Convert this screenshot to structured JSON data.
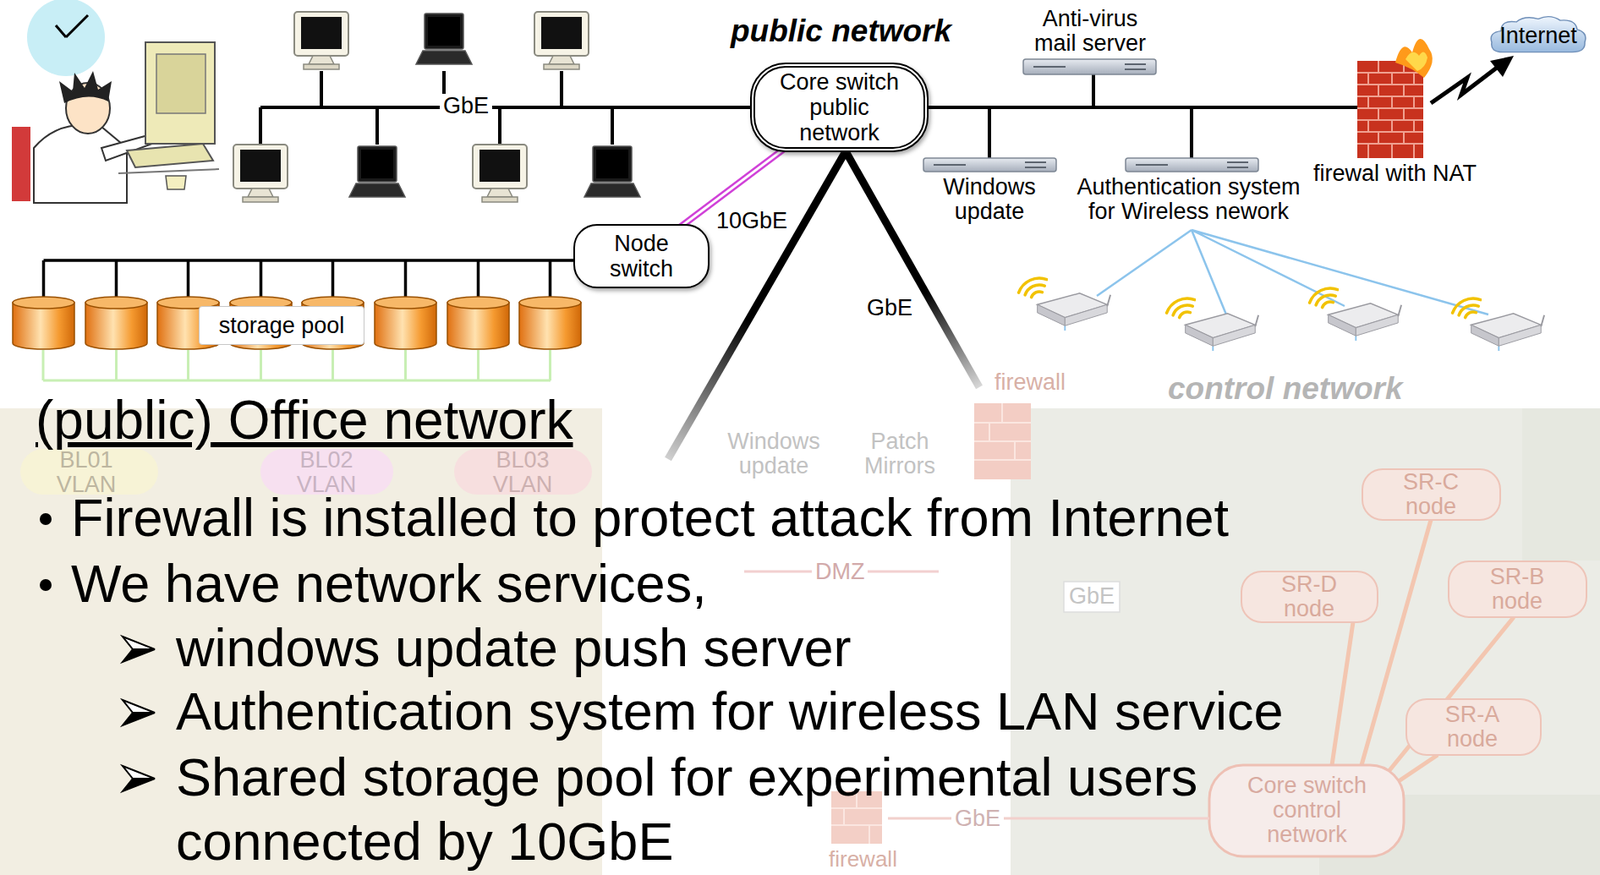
{
  "diagram": {
    "title": "(public) Office network",
    "nodes": [
      {
        "text": [
          "Core switch public network"
        ]
      },
      {
        "text": [
          "Node switch"
        ]
      },
      {
        "text": [
          "storage pool"
        ]
      },
      {
        "text": [
          "Internet"
        ]
      }
    ],
    "edges": [
      {
        "from": 0,
        "to": 1,
        "arrow": "none",
        "label": "10GbE"
      }
    ],
    "labels": [
      "public network",
      "GbE",
      "GbE",
      "Anti-virus mail server",
      "Windows update",
      "Authentication system for Wireless nework",
      "firewal with NAT",
      "control network",
      "Firewall is installed to protect attack from Internet",
      "We have network services,",
      "windows update push server",
      "Authentication system for wireless LAN service",
      "Shared storage pool for experimental users connected by 10GbE",
      "BL01 VLAN",
      "BL02 VLAN",
      "BL03 VLAN",
      "Windows update",
      "Patch Mirrors",
      "firewall",
      "DMZ",
      "SR-C node",
      "GbE",
      "SR-D node",
      "SR-B node",
      "SR-A node",
      "Core switch control network",
      "GbE",
      "firewall"
    ]
  }
}
